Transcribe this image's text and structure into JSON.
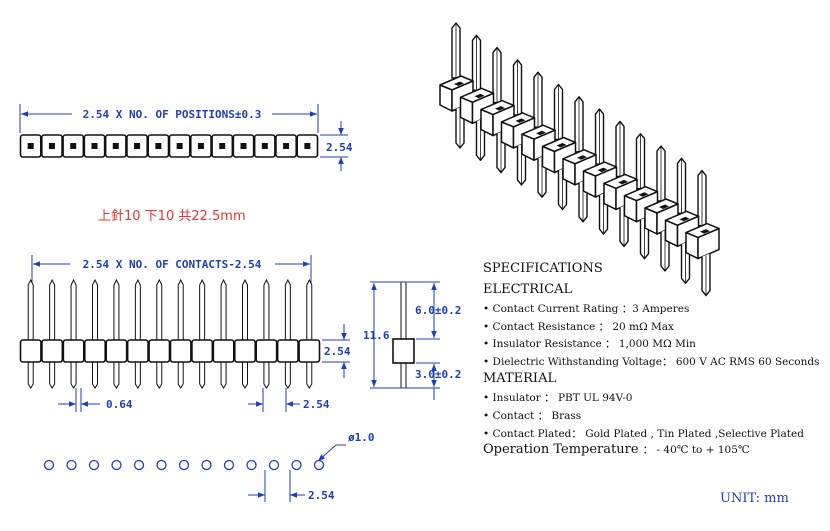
{
  "colors": {
    "dimension": "#1f3fb8",
    "note": "#e33333",
    "outline": "#111111"
  },
  "top_view": {
    "dim_label": "2.54 X NO. OF POSITIONS±0.3",
    "height_label": "2.54",
    "positions": 14
  },
  "note": "上針10 下10 共22.5mm",
  "front_view": {
    "dim_label": "2.54 X NO. OF CONTACTS-2.54",
    "pins": 14,
    "width_label": "0.64",
    "pitch_label": "2.54",
    "height_label": "2.54"
  },
  "side_view": {
    "total_label": "11.6",
    "upper_label": "6.0±0.2",
    "lower_label": "3.0±0.2"
  },
  "pcb_view": {
    "holes": 13,
    "hole_label": "ø1.0",
    "pitch_label": "2.54"
  },
  "specifications": {
    "title": "SPECIFICATIONS",
    "electrical_heading": "ELECTRICAL",
    "electrical": [
      "• Contact Current Rating ：3 Amperes",
      "• Contact Resistance ： 20 mΩ Max",
      "• Insulator Resistance ： 1,000 MΩ Min",
      "• Dielectric Withstanding Voltage： 600 V AC RMS 60 Seconds"
    ],
    "material_heading": "MATERIAL",
    "material": [
      "• Insulator ： PBT UL 94V-0",
      "• Contact ： Brass",
      "• Contact  Plated： Gold Plated , Tin Plated ,Selective Plated"
    ],
    "operation_label": "Operation Temperature",
    "operation_value": "： - 40℃ to + 105℃"
  },
  "unit_label": "UNIT: mm",
  "isometric": {
    "pins": 13
  }
}
